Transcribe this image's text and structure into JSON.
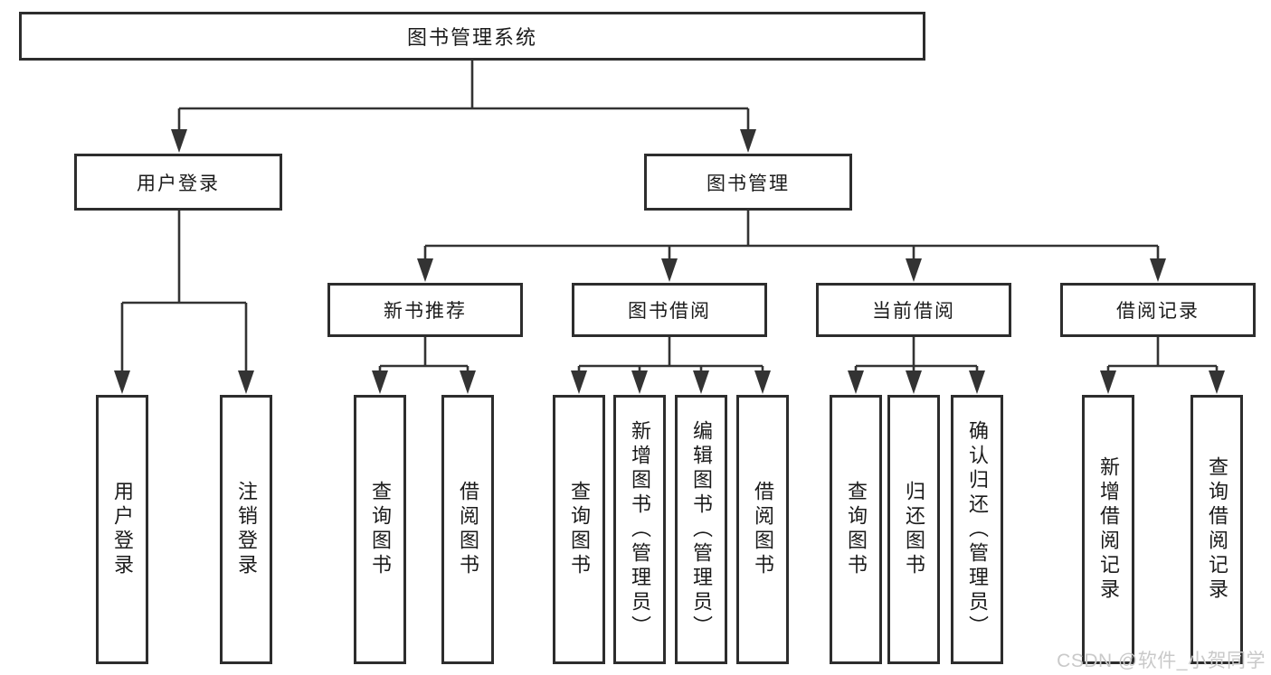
{
  "colors": {
    "line": "#333333",
    "box_border": "#2d2d2d",
    "box_fill": "#ffffff",
    "text": "#1b1b1b",
    "watermark_text_color": "#c9c9c9"
  },
  "tree": {
    "root": {
      "label": "图书管理系统"
    },
    "user_login": {
      "label": "用户登录",
      "children": [
        {
          "label": "用户登录"
        },
        {
          "label": "注销登录"
        }
      ]
    },
    "book_mgmt": {
      "label": "图书管理",
      "children": [
        {
          "label": "新书推荐",
          "children": [
            {
              "label": "查询图书"
            },
            {
              "label": "借阅图书"
            }
          ]
        },
        {
          "label": "图书借阅",
          "children": [
            {
              "label": "查询图书"
            },
            {
              "label": "新增图书（管理员）"
            },
            {
              "label": "编辑图书（管理员）"
            },
            {
              "label": "借阅图书"
            }
          ]
        },
        {
          "label": "当前借阅",
          "children": [
            {
              "label": "查询图书"
            },
            {
              "label": "归还图书"
            },
            {
              "label": "确认归还（管理员）"
            }
          ]
        },
        {
          "label": "借阅记录",
          "children": [
            {
              "label": "新增借阅记录"
            },
            {
              "label": "查询借阅记录"
            }
          ]
        }
      ]
    }
  },
  "watermark": {
    "text": "CSDN @软件_小贺同学"
  }
}
